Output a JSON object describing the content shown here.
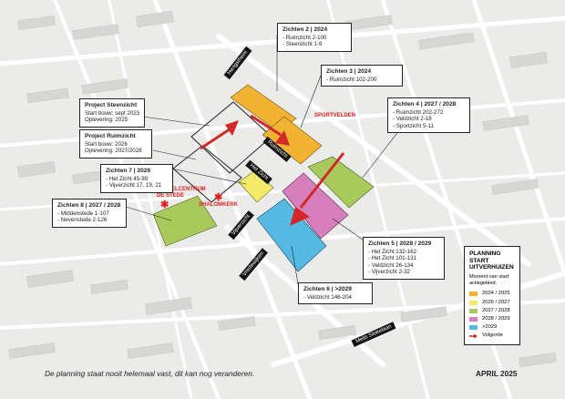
{
  "colors": {
    "y2024_2025": "#f2b332",
    "y2026_2027": "#f3ea6c",
    "y2027_2028": "#a8c95b",
    "y2028_2029": "#d77fbc",
    "y2029plus": "#56b9e3",
    "arrow": "#d22828",
    "background": "#ebebea",
    "building": "#d6d6d4",
    "road": "#ffffff"
  },
  "streets": {
    "hengstheim": "Hengstheim",
    "ruimzicht": "Ruimzicht",
    "het_zicht": "Het Zicht",
    "vijverzicht": "Vijverzicht",
    "vredewijken": "Vredewijken",
    "melis_stokelaan": "Melis Stokelaan"
  },
  "pois": {
    "sportvelden": "SPORTVELDEN",
    "winkelcentrum_line1": "WINKELCENTRUM",
    "winkelcentrum_line2": "DE STEDE",
    "shalomkerk": "SHALOMKERK"
  },
  "callouts": {
    "zichten2": {
      "title": "Zichten 2 | 2024",
      "lines": [
        "- Ruimzicht 2-100",
        "- Steenzicht 1-9"
      ]
    },
    "zichten3": {
      "title": "Zichten 3 | 2024",
      "lines": [
        "- Ruimzicht 102-200"
      ]
    },
    "zichten4": {
      "title": "Zichten 4 | 2027 / 2028",
      "lines": [
        "- Ruimzicht 202-272",
        "- Veldzicht 2-18",
        "- Sportzicht 5-11"
      ]
    },
    "steenzicht": {
      "title": "Project Steenzicht",
      "lines": [
        "Start bouw: sept 2023",
        "Oplevering: 2025"
      ]
    },
    "ruimzicht": {
      "title": "Project Ruimzicht",
      "lines": [
        "Start bouw: 2026",
        "Oplevering: 2027/2028"
      ]
    },
    "zichten7": {
      "title": "Zichten 7 | 2026",
      "lines": [
        "- Het Zicht 45-99",
        "- Vijverzicht 17, 19, 21"
      ]
    },
    "zichten8": {
      "title": "Zichten 8 | 2027 / 2028",
      "lines": [
        "- Middenstede 1-107",
        "- Nevenstede 2-126"
      ]
    },
    "zichten5": {
      "title": "Zichten 5 | 2028 / 2029",
      "lines": [
        "- Het Zicht 132-162",
        "- Het Zicht 101-131",
        "- Veldzicht 26-134",
        "- Vijverzicht 2-32"
      ]
    },
    "zichten6": {
      "title": "Zichten 6 | >2029",
      "lines": [
        "- Veldzicht 146-204"
      ]
    }
  },
  "legend": {
    "title_line1": "PLANNING START",
    "title_line2": "UITVERHUIZEN",
    "subtitle_line1": "Moment van start",
    "subtitle_line2": "actiegebied.",
    "items": [
      {
        "label": "2024 / 2025",
        "color": "#f2b332"
      },
      {
        "label": "2026 / 2027",
        "color": "#f3ea6c"
      },
      {
        "label": "2027 / 2028",
        "color": "#a8c95b"
      },
      {
        "label": "2028 / 2029",
        "color": "#d77fbc"
      },
      {
        "label": ">2029",
        "color": "#56b9e3"
      }
    ],
    "arrow_label": "Volgorde"
  },
  "footer": {
    "note": "De planning staat nooit helemaal vast, dit kan nog veranderen.",
    "date": "APRIL 2025"
  }
}
